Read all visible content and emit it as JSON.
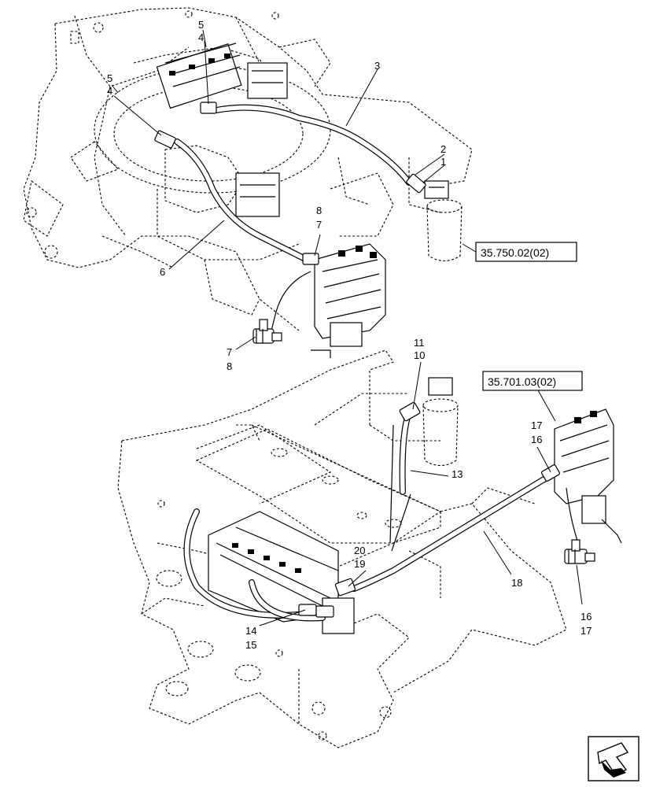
{
  "callouts": {
    "c1": "1",
    "c2": "2",
    "c3": "3",
    "c4a": "4",
    "c5a": "5",
    "c4b": "4",
    "c5b": "5",
    "c6": "6",
    "c7a": "7",
    "c8a": "8",
    "c7b": "7",
    "c8b": "8",
    "c10": "10",
    "c11": "11",
    "c13": "13",
    "c14": "14",
    "c15": "15",
    "c16a": "16",
    "c17a": "17",
    "c16b": "16",
    "c17b": "17",
    "c18": "18",
    "c19": "19",
    "c20": "20"
  },
  "references": {
    "upper": "35.750.02(02)",
    "lower": "35.701.03(02)"
  },
  "nav_icon": "next-page-arrow-icon"
}
